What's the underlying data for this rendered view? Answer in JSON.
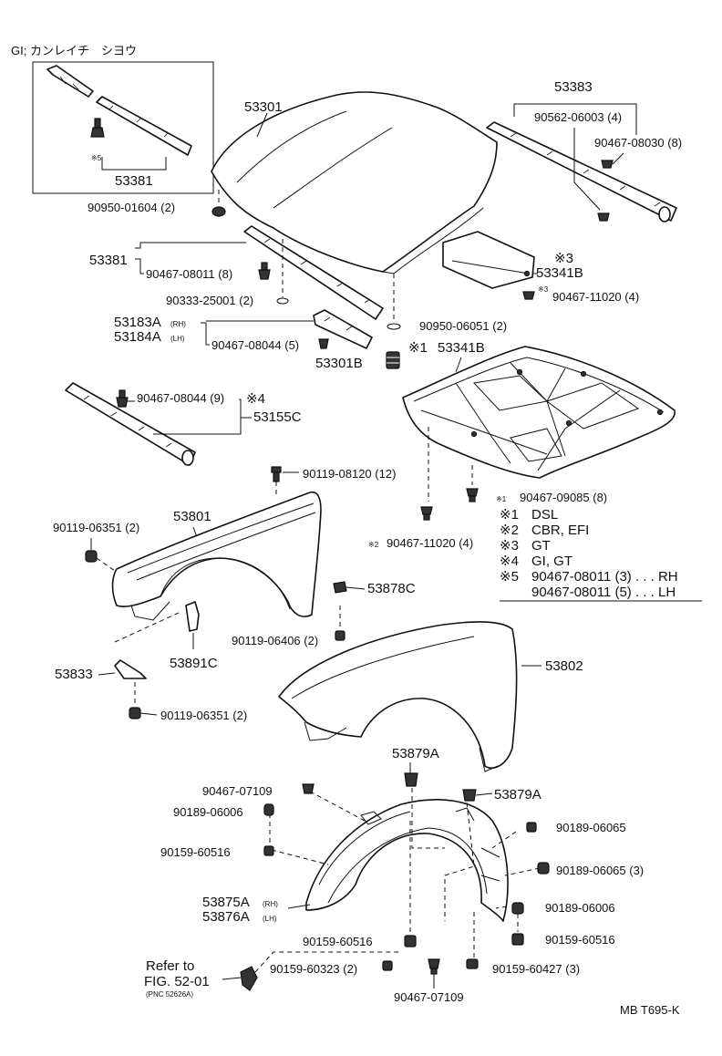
{
  "inset": {
    "title": "GI; カンレイチ　シヨウ",
    "note_marker": "※5",
    "part": "53381"
  },
  "labels": {
    "hood": "53301",
    "weatherstrip_right": "53383",
    "clip_90562": "90562-06003 (4)",
    "clip_90467_08030": "90467-08030 (8)",
    "cushion_01604": "90950-01604 (2)",
    "seal_front": "53381",
    "clip_08011": "90467-08011 (8)",
    "clip_25001": "90333-25001 (2)",
    "bracket_rh": "53183A",
    "bracket_lh": "53184A",
    "rh": "(RH)",
    "lh": "(LH)",
    "clip_08044_5": "90467-08044 (5)",
    "cushion_06051": "90950-06051 (2)",
    "bumper": "53301B",
    "insulator_marker_1": "※1",
    "insulator_1": "53341B",
    "insulator_marker_3": "※3",
    "insulator_3": "53341B",
    "clip_11020_marker": "※3",
    "clip_11020": "90467-11020 (4)",
    "clip_08044_9": "90467-08044 (9)",
    "marker_4": "※4",
    "seal_side": "53155C",
    "screw_08120": "90119-08120 (12)",
    "clip_09085_marker": "※1",
    "clip_09085": "90467-09085 (8)",
    "clip_11020b_marker": "※2",
    "clip_11020b": "90467-11020 (4)",
    "screw_06351_top": "90119-06351 (2)",
    "fender_lh": "53801",
    "retainer_53878c": "53878C",
    "screw_06406": "90119-06406 (2)",
    "bracket_53891c": "53891C",
    "bracket_53833": "53833",
    "screw_06351_bottom": "90119-06351 (2)",
    "fender_rh": "53802",
    "liner_clip_top": "53879A",
    "liner_clip_right": "53879A",
    "clip_07109_top": "90467-07109",
    "clip_06006_left": "90189-06006",
    "screw_60516_left": "90159-60516",
    "liner_rh": "53875A",
    "liner_lh": "53876A",
    "screw_60516_mid": "90159-60516",
    "refer_line1": "Refer to",
    "refer_line2": "FIG. 52-01",
    "refer_line3": "(PNC 52626A)",
    "screw_60323": "90159-60323 (2)",
    "clip_07109_bottom": "90467-07109",
    "screw_60427": "90159-60427 (3)",
    "screw_06065_a": "90189-06065",
    "screw_06065_b": "90189-06065 (3)",
    "clip_06006_right": "90189-06006",
    "screw_60516_right": "90159-60516",
    "drawing_code": "MB T695-K"
  },
  "legend": [
    {
      "mark": "※1",
      "text": "DSL"
    },
    {
      "mark": "※2",
      "text": "CBR, EFI"
    },
    {
      "mark": "※3",
      "text": "GT"
    },
    {
      "mark": "※4",
      "text": "GI, GT"
    },
    {
      "mark": "※5",
      "text": "90467-08011 (3) . . . RH"
    },
    {
      "mark": "",
      "text": "90467-08011 (5) . . . LH"
    }
  ]
}
